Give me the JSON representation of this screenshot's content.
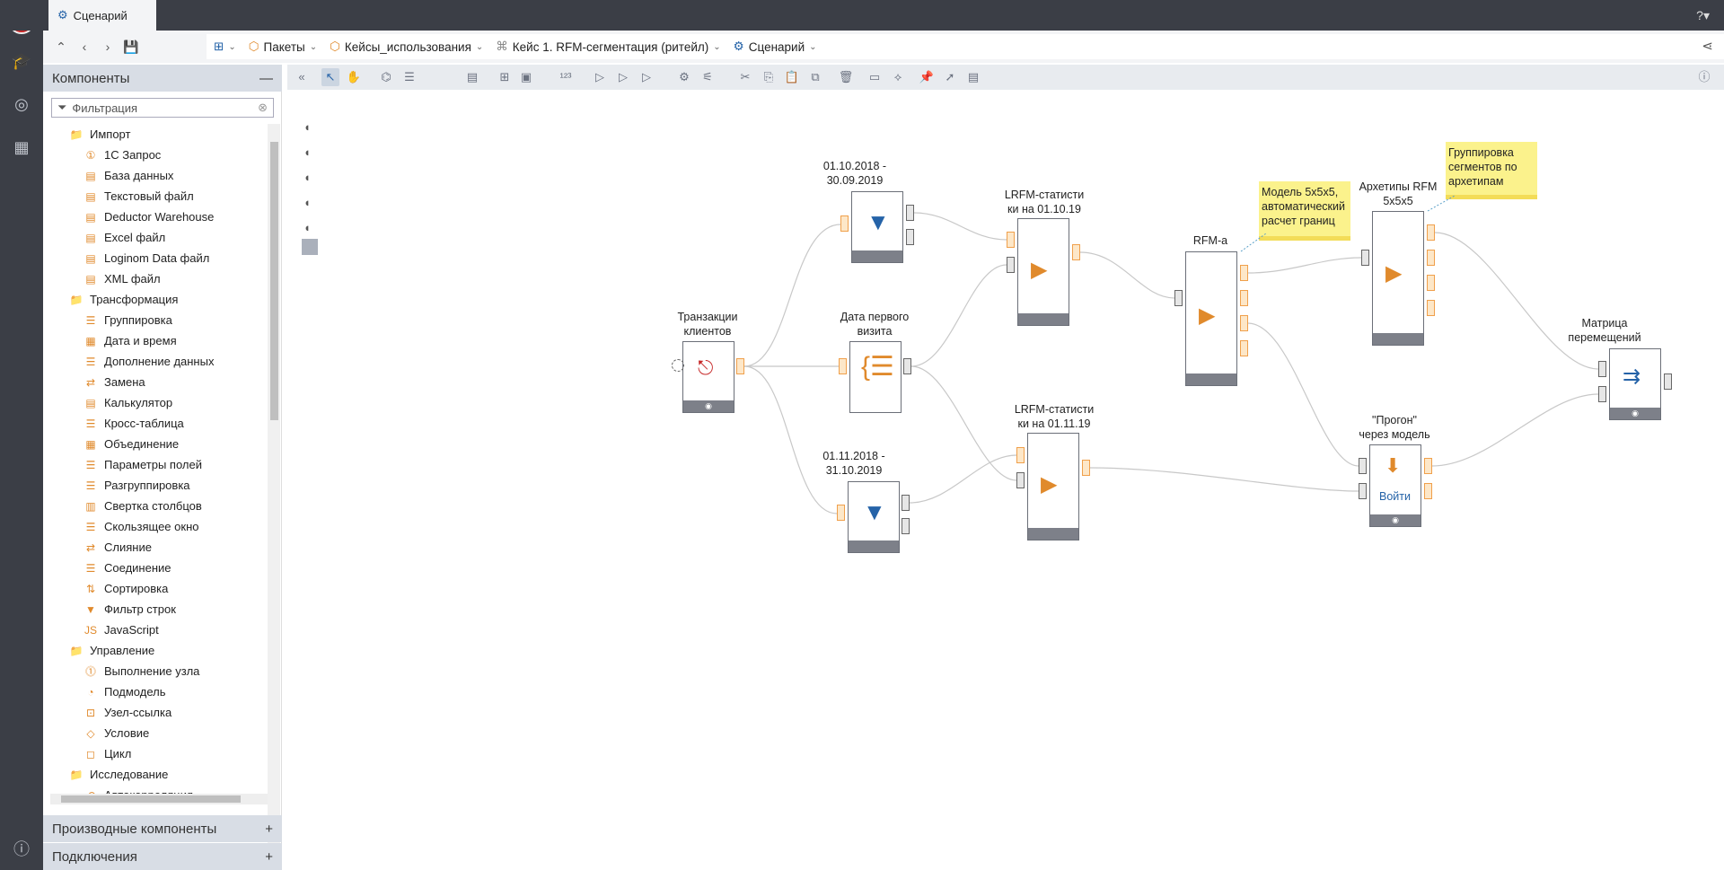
{
  "window": {
    "tab_title": "Сценарий"
  },
  "breadcrumbs": [
    {
      "label": "Пакеты"
    },
    {
      "label": "Кейсы_использования"
    },
    {
      "label": "Кейс 1. RFM-сегментация (ритейл)"
    },
    {
      "label": "Сценарий"
    }
  ],
  "sidebar": {
    "components_title": "Компоненты",
    "filter_placeholder": "Фильтрация",
    "derived_title": "Производные компоненты",
    "connections_title": "Подключения",
    "tree": [
      {
        "label": "Импорт",
        "type": "group"
      },
      {
        "label": "1С Запрос",
        "type": "leaf"
      },
      {
        "label": "База данных",
        "type": "leaf"
      },
      {
        "label": "Текстовый файл",
        "type": "leaf"
      },
      {
        "label": "Deductor Warehouse",
        "type": "leaf"
      },
      {
        "label": "Excel файл",
        "type": "leaf"
      },
      {
        "label": "Loginom Data файл",
        "type": "leaf"
      },
      {
        "label": "XML файл",
        "type": "leaf"
      },
      {
        "label": "Трансформация",
        "type": "group"
      },
      {
        "label": "Группировка",
        "type": "leaf"
      },
      {
        "label": "Дата и время",
        "type": "leaf"
      },
      {
        "label": "Дополнение данных",
        "type": "leaf"
      },
      {
        "label": "Замена",
        "type": "leaf"
      },
      {
        "label": "Калькулятор",
        "type": "leaf"
      },
      {
        "label": "Кросс-таблица",
        "type": "leaf"
      },
      {
        "label": "Объединение",
        "type": "leaf"
      },
      {
        "label": "Параметры полей",
        "type": "leaf"
      },
      {
        "label": "Разгруппировка",
        "type": "leaf"
      },
      {
        "label": "Свертка столбцов",
        "type": "leaf"
      },
      {
        "label": "Скользящее окно",
        "type": "leaf"
      },
      {
        "label": "Слияние",
        "type": "leaf"
      },
      {
        "label": "Соединение",
        "type": "leaf"
      },
      {
        "label": "Сортировка",
        "type": "leaf"
      },
      {
        "label": "Фильтр строк",
        "type": "leaf"
      },
      {
        "label": "JavaScript",
        "type": "leaf"
      },
      {
        "label": "Управление",
        "type": "group"
      },
      {
        "label": "Выполнение узла",
        "type": "leaf"
      },
      {
        "label": "Подмодель",
        "type": "leaf"
      },
      {
        "label": "Узел-ссылка",
        "type": "leaf"
      },
      {
        "label": "Условие",
        "type": "leaf"
      },
      {
        "label": "Цикл",
        "type": "leaf"
      },
      {
        "label": "Исследование",
        "type": "group"
      },
      {
        "label": "Автокорреляция",
        "type": "leaf"
      }
    ]
  },
  "nodes": {
    "transactions": "Транзакции\nклиентов",
    "filter1": "01.10.2018 -\n30.09.2019",
    "first_visit": "Дата первого\nвизита",
    "filter2": "01.11.2018 -\n31.10.2019",
    "lrfm1": "LRFM-статисти\nки на 01.10.19",
    "lrfm2": "LRFM-статисти\nки на 01.11.19",
    "rfm_a": "RFM-a",
    "archetypes": "Архетипы RFM\n5x5x5",
    "progon": "\"Прогон\"\nчерез модель",
    "progon_link": "Войти",
    "matrix": "Матрица\nперемещений"
  },
  "notes": {
    "model": "Модель 5x5x5,\nавтоматический\nрасчет границ",
    "grouping": "Группировка\nсегментов по\nархетипам"
  },
  "colors": {
    "topbar": "#3b3e46",
    "accent_orange": "#f0a04b",
    "accent_blue": "#2563a8",
    "note": "#fbf28c"
  }
}
